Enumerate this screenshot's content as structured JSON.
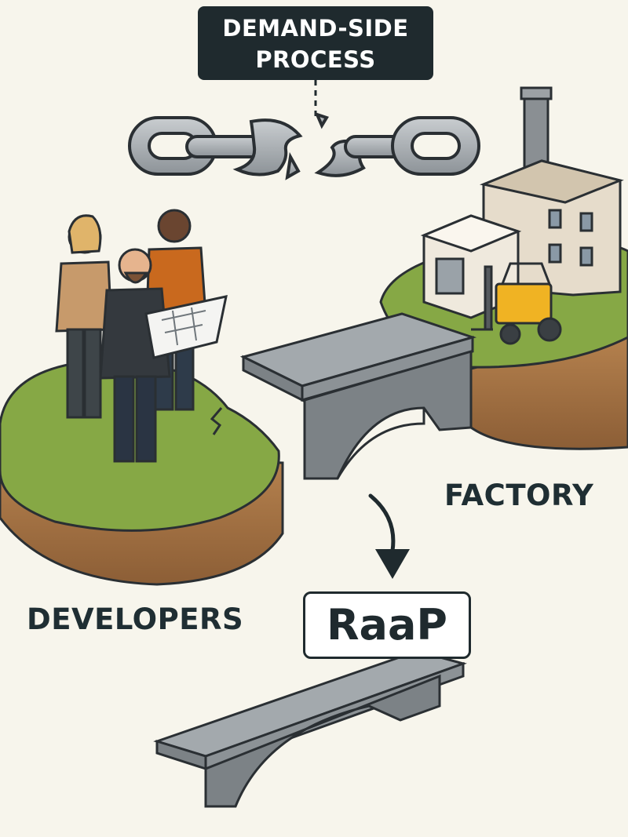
{
  "callout": {
    "line1": "DEMAND-SIDE",
    "line2": "PROCESS"
  },
  "labels": {
    "factory": "FACTORY",
    "developers": "DEVELOPERS",
    "raap": "RaaP"
  },
  "icons": [
    "broken-chain-icon",
    "down-arrow-icon",
    "bridge-icon",
    "factory-icon",
    "forklift-icon",
    "people-group-icon",
    "blueprint-icon"
  ],
  "colors": {
    "background": "#f7f5ec",
    "grass": "#86a845",
    "soil": "#a9774a",
    "concrete": "#7c8286",
    "callout_bg": "#1f2a2e",
    "forklift": "#f0b323",
    "text_dark": "#1f2e33"
  }
}
